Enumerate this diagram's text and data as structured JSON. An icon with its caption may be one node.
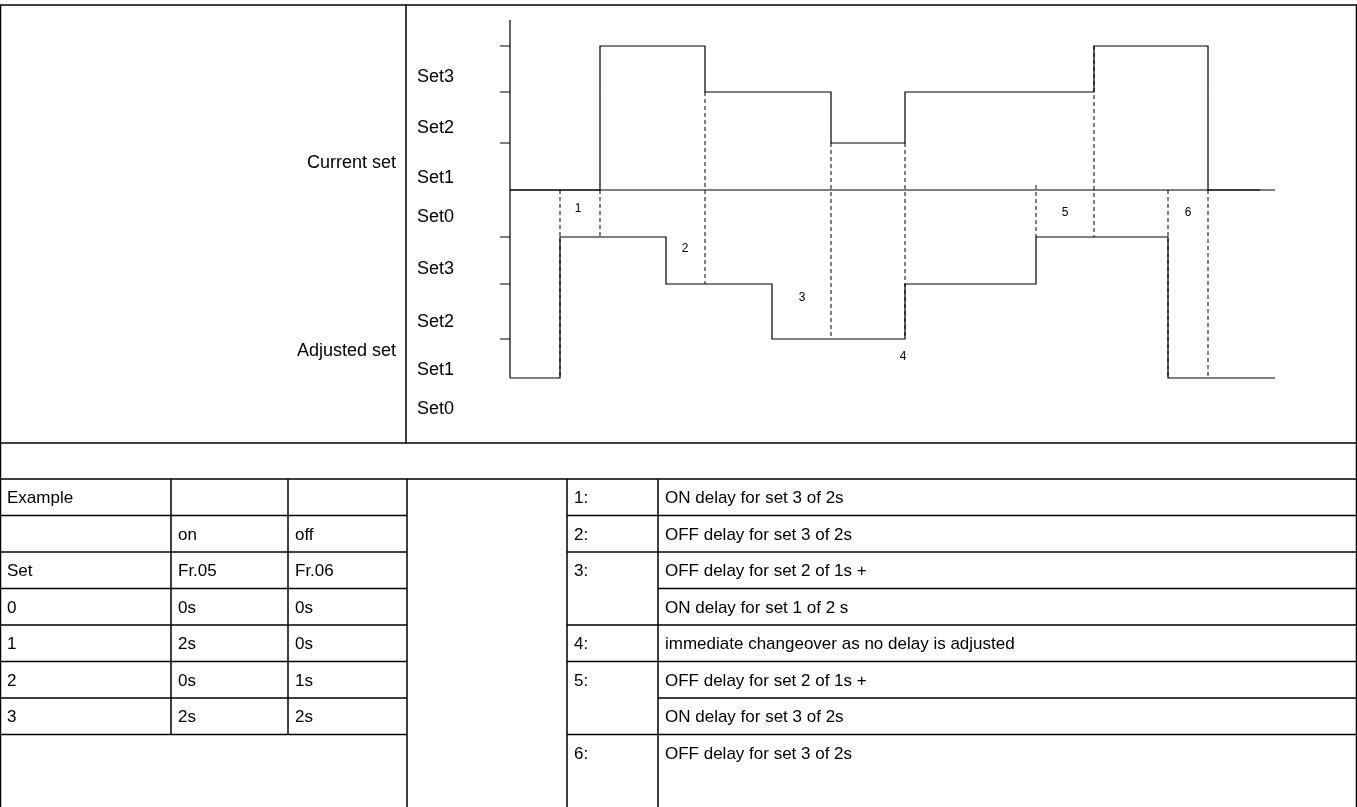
{
  "diagram": {
    "labels": [
      "Set3",
      "Set2",
      "Set1",
      "Current set",
      "Set0",
      "1",
      "5",
      "6",
      "2",
      "Set3",
      "3",
      "Set2",
      "Adjusted set",
      "4",
      "Set1",
      "Set0",
      "Example",
      "1:",
      "ON delay for set 3 of 2s",
      "on",
      "off",
      "2:",
      "OFF delay for set 3 of 2s",
      "Set",
      "Fr.05",
      "Fr.06",
      "3:",
      "OFF delay for set 2 of 1s +",
      "0",
      "0s",
      "0s",
      "ON delay for set 1 of 2 s",
      "1",
      "2s",
      "0s",
      "4:",
      "immediate changeover as no delay is adjusted",
      "2",
      "0s",
      "1s",
      "5:",
      "OFF delay for set 2 of 1s +",
      "3",
      "2s",
      "2s",
      "ON delay for set 3 of 2s",
      "6:",
      "OFF delay for set 3 of 2s"
    ]
  }
}
